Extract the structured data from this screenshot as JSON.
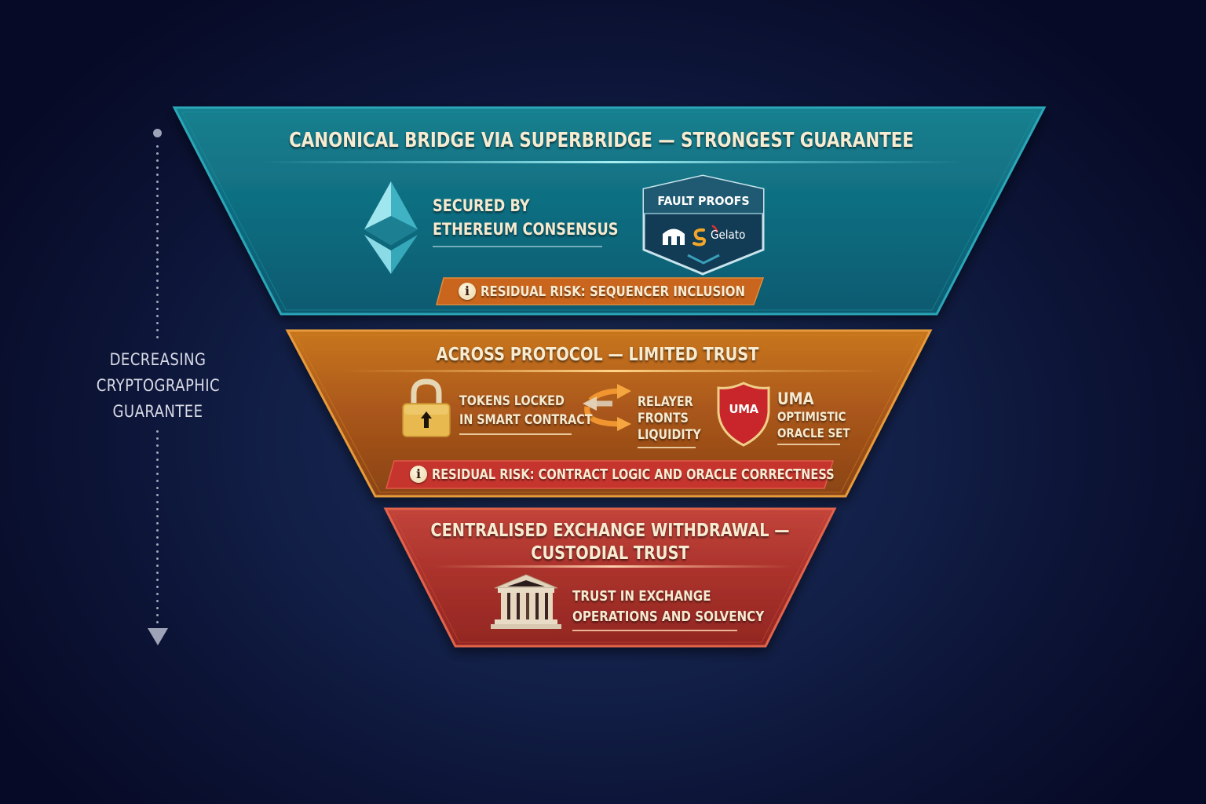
{
  "axis": {
    "label_lines": [
      "DECREASING",
      "CRYPTOGRAPHIC",
      "GUARANTEE"
    ],
    "direction": "down",
    "color": "#9ea3b8"
  },
  "tiers": [
    {
      "id": "canonical",
      "title": "CANONICAL BRIDGE VIA SUPERBRIDGE — STRONGEST GUARANTEE",
      "color": "#13798a",
      "features": [
        {
          "icon": "ethereum-icon",
          "lines": [
            "SECURED BY",
            "ETHEREUM CONSENSUS"
          ]
        },
        {
          "icon": "fault-proofs-shield-icon",
          "badge_title": "FAULT PROOFS",
          "logos": [
            "kiln-logo",
            "gelato-logo"
          ],
          "gelato_text": "Gelato"
        }
      ],
      "risk": "RESIDUAL RISK: SEQUENCER INCLUSION",
      "risk_color": "#d0691c"
    },
    {
      "id": "across",
      "title": "ACROSS PROTOCOL — LIMITED TRUST",
      "color": "#c06a1c",
      "features": [
        {
          "icon": "padlock-icon",
          "lines": [
            "TOKENS LOCKED",
            "IN SMART CONTRACT"
          ]
        },
        {
          "icon": "exchange-arrows-icon",
          "lines": [
            "RELAYER",
            "FRONTS",
            "LIQUIDITY"
          ]
        },
        {
          "icon": "uma-shield-icon",
          "badge_text": "UMA",
          "lines": [
            "UMA",
            "OPTIMISTIC",
            "ORACLE SET"
          ]
        }
      ],
      "risk": "RESIDUAL RISK: CONTRACT LOGIC AND ORACLE CORRECTNESS",
      "risk_color": "#c8362e"
    },
    {
      "id": "cex",
      "title_lines": [
        "CENTRALISED EXCHANGE WITHDRAWAL —",
        "CUSTODIAL TRUST"
      ],
      "color": "#b8382f",
      "features": [
        {
          "icon": "bank-building-icon",
          "lines": [
            "TRUST IN EXCHANGE",
            "OPERATIONS AND SOLVENCY"
          ]
        }
      ]
    }
  ]
}
